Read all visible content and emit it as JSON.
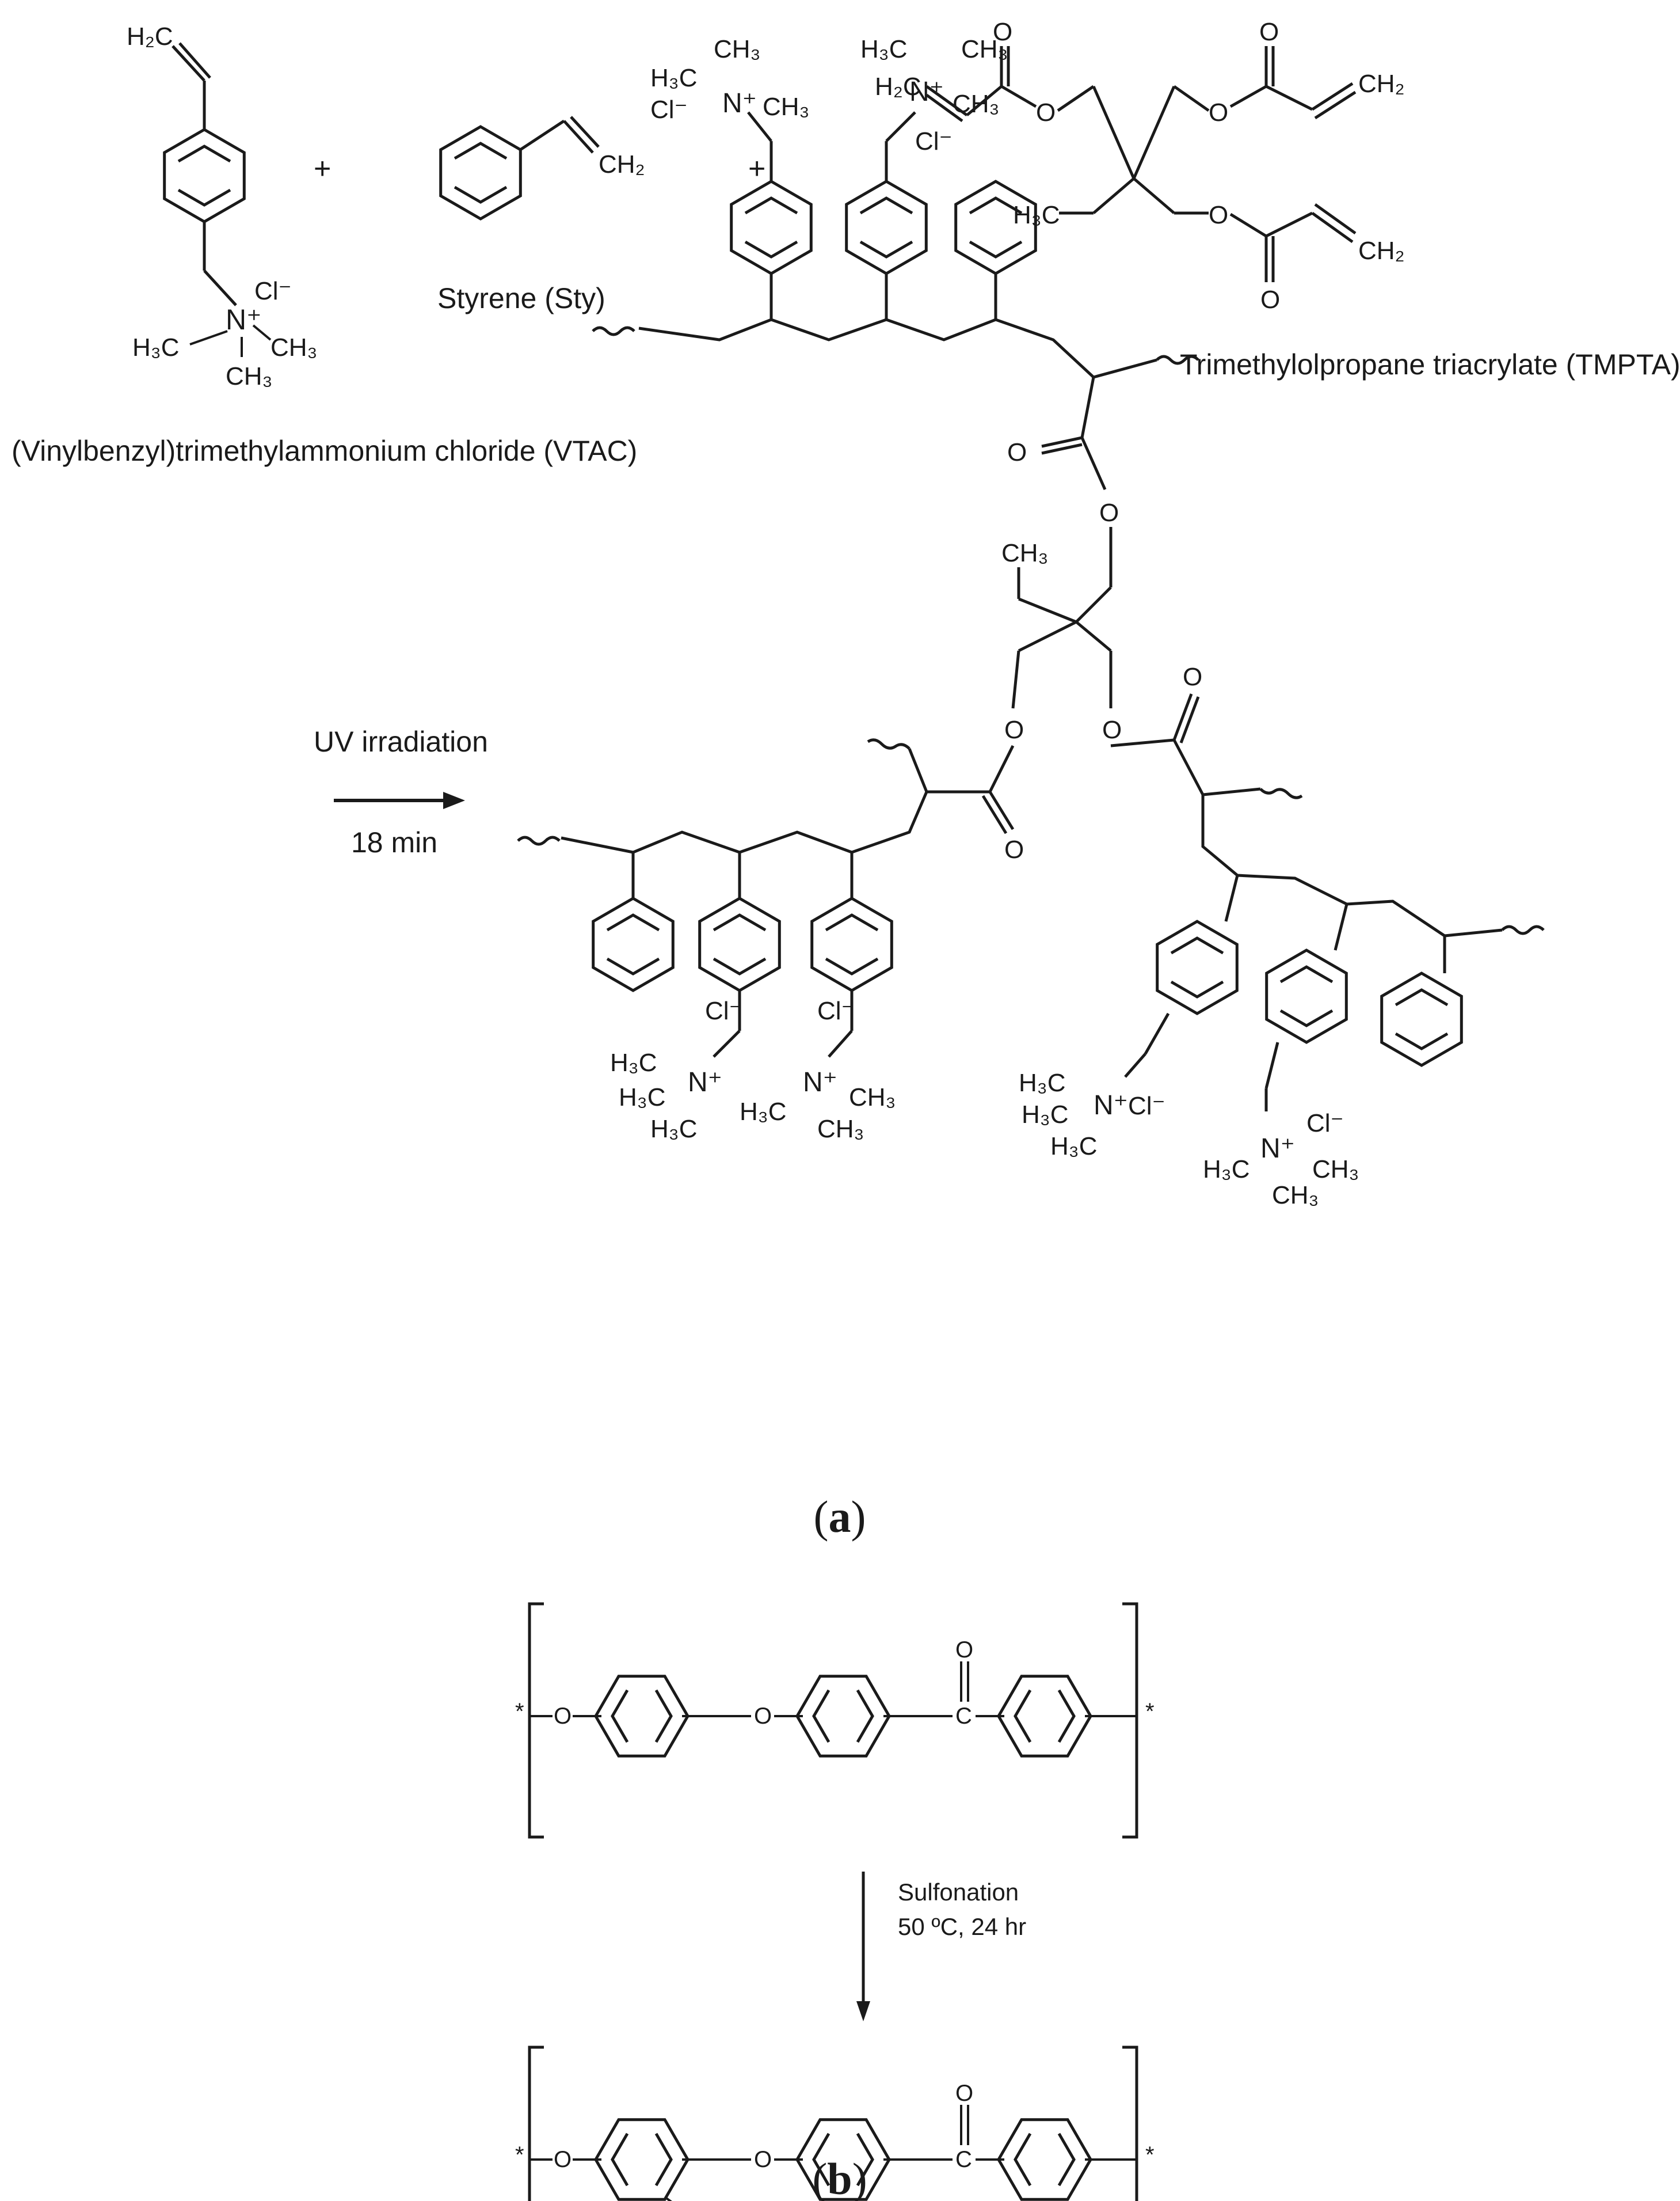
{
  "monomers": {
    "vtac": "(Vinylbenzyl)trimethylammonium chloride (VTAC)",
    "styrene": "Styrene (Sty)",
    "tmpta": "Trimethylolpropane triacrylate (TMPTA)",
    "plus": "+"
  },
  "reaction_a": {
    "condition": "UV irradiation",
    "time": "18 min"
  },
  "reaction_b": {
    "condition": "Sulfonation",
    "temperature_time": "50 ºC, 24 hr"
  },
  "panels": {
    "a": "a",
    "b": "b"
  },
  "colors": {
    "ink": "#1a1a1a",
    "background": "#ffffff"
  }
}
